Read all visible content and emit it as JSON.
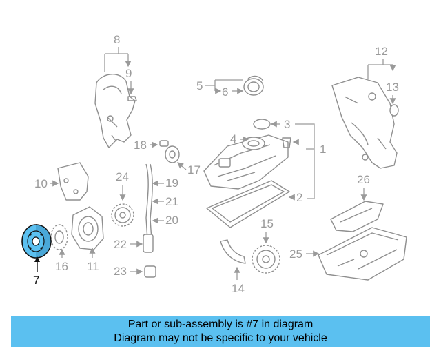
{
  "callouts": {
    "c1": "1",
    "c2": "2",
    "c3": "3",
    "c4": "4",
    "c5": "5",
    "c6": "6",
    "c7": "7",
    "c8": "8",
    "c9": "9",
    "c10": "10",
    "c11": "11",
    "c12": "12",
    "c13": "13",
    "c14": "14",
    "c15": "15",
    "c16": "16",
    "c17": "17",
    "c18": "18",
    "c19": "19",
    "c20": "20",
    "c21": "21",
    "c22": "22",
    "c23": "23",
    "c24": "24",
    "c25": "25",
    "c26": "26"
  },
  "highlight": {
    "part_number": "7",
    "color": "#5bc0f0"
  },
  "banner": {
    "line1": "Part or sub-assembly is #7 in diagram",
    "line2": "Diagram may not be specific to your vehicle",
    "background": "#5bc0f0"
  }
}
